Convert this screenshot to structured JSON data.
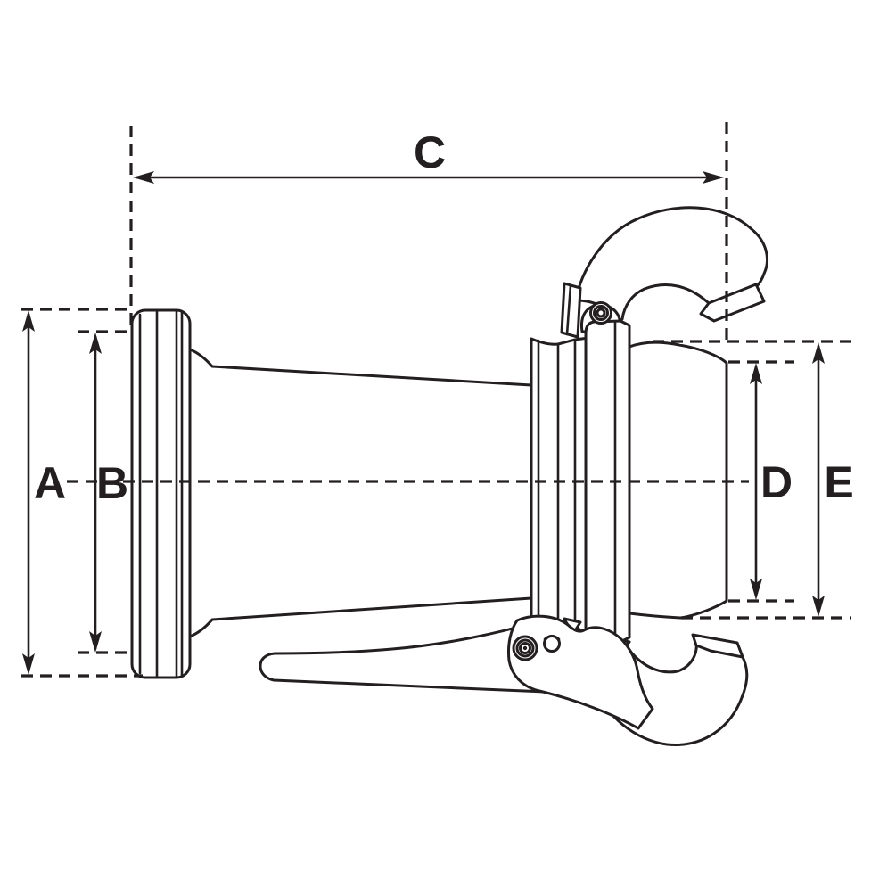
{
  "diagram": {
    "title": "Coupling technical drawing",
    "subject": "Side-view line drawing of a quick-release hose coupling (male flanged end, tapered cone body, clamp collar with two lever latch hooks) annotated with dimension lines",
    "background_color": "#ffffff",
    "line_color": "#231f20",
    "labels": {
      "A": "A",
      "B": "B",
      "C": "C",
      "D": "D",
      "E": "E"
    },
    "dimension_lines": [
      {
        "label": "A",
        "orientation": "vertical",
        "measures": "left flange outer height"
      },
      {
        "label": "B",
        "orientation": "vertical",
        "measures": "left flange inner height"
      },
      {
        "label": "C",
        "orientation": "horizontal",
        "measures": "overall length of coupling"
      },
      {
        "label": "D",
        "orientation": "vertical",
        "measures": "right face height"
      },
      {
        "label": "E",
        "orientation": "vertical",
        "measures": "right body maximum height"
      }
    ]
  }
}
